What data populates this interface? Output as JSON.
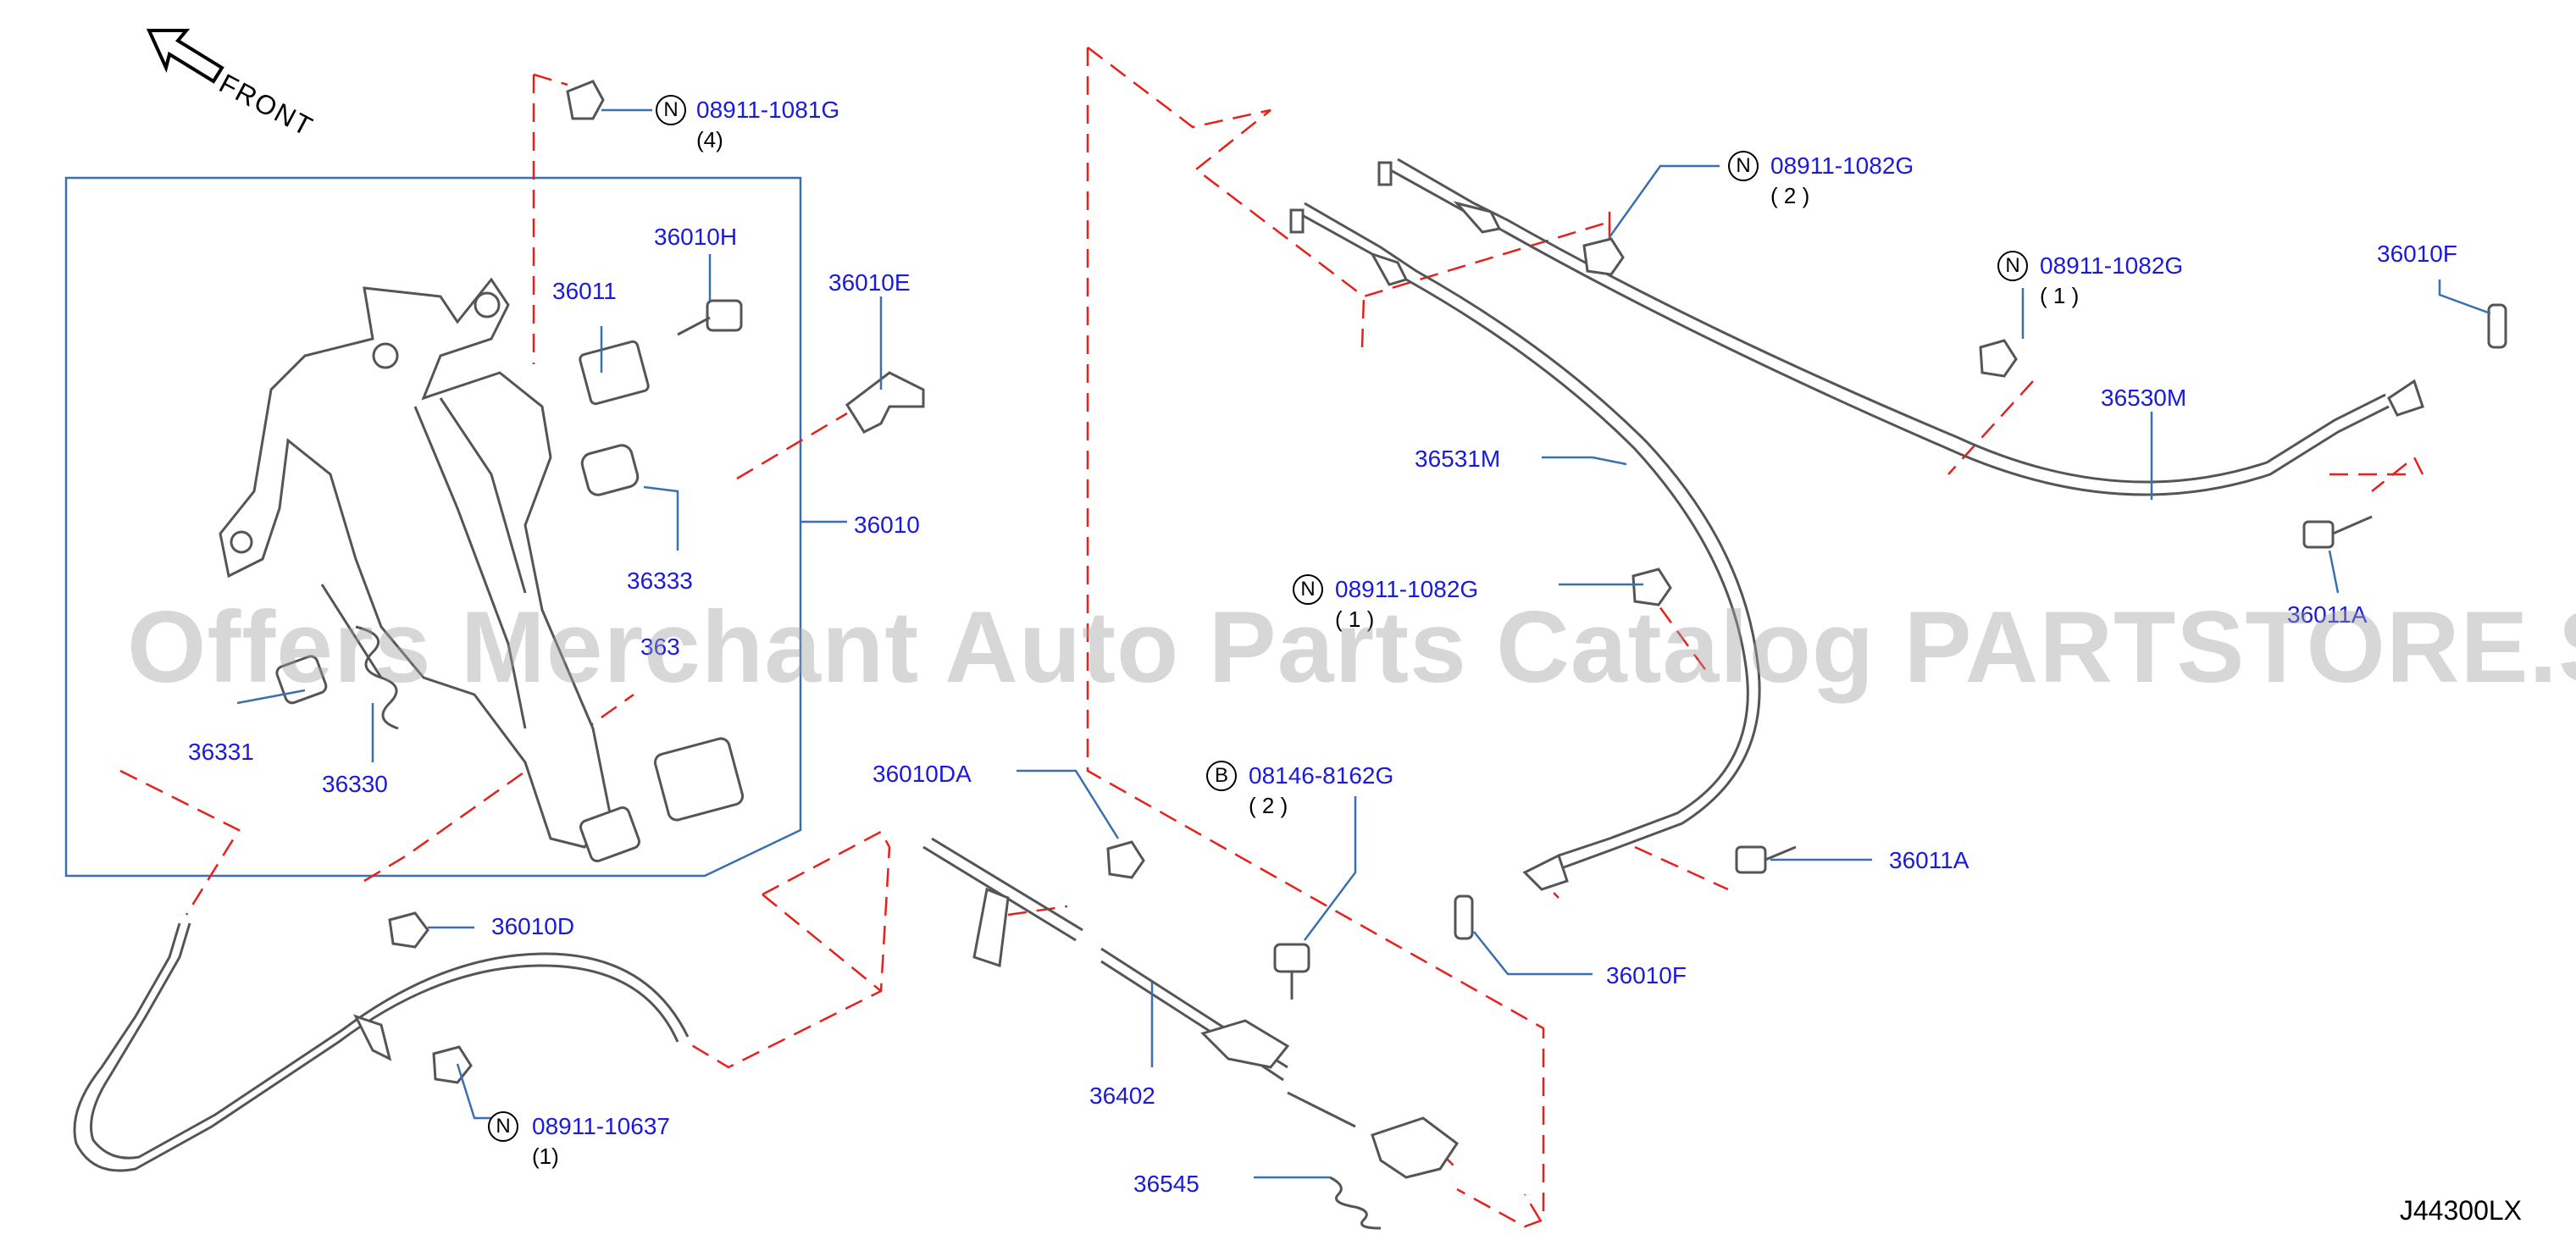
{
  "front_label": "FRONT",
  "watermark": "Offers Merchant Auto Parts Catalog PARTSTORE.SA",
  "diagram_code": "J44300LX",
  "colors": {
    "part_label": "#1a1adb",
    "dashed_line": "#e8201c",
    "outline": "#555555",
    "box": "#3a6fb0"
  },
  "parts": {
    "p08911_1081G": {
      "badge": "N",
      "number": "08911-1081G",
      "qty": "(4)"
    },
    "p36010H": "36010H",
    "p36011": "36011",
    "p36010E": "36010E",
    "p36010": "36010",
    "p36333": "36333",
    "p36375": "363",
    "p36331": "36331",
    "p36330": "36330",
    "p36010D": "36010D",
    "p08911_10637": {
      "badge": "N",
      "number": "08911-10637",
      "qty": "(1)"
    },
    "p36010DA": "36010DA",
    "p08146_8162G": {
      "badge": "B",
      "number": "08146-8162G",
      "qty": "( 2 )"
    },
    "p36402": "36402",
    "p36545": "36545",
    "p08911_1082G_a": {
      "badge": "N",
      "number": "08911-1082G",
      "qty": "( 2 )"
    },
    "p08911_1082G_b": {
      "badge": "N",
      "number": "08911-1082G",
      "qty": "( 1 )"
    },
    "p08911_1082G_c": {
      "badge": "N",
      "number": "08911-1082G",
      "qty": "( 1 )"
    },
    "p36010F_top": "36010F",
    "p36530M": "36530M",
    "p36531M": "36531M",
    "p36011A_top": "36011A",
    "p36011A_bot": "36011A",
    "p36010F_bot": "36010F"
  }
}
